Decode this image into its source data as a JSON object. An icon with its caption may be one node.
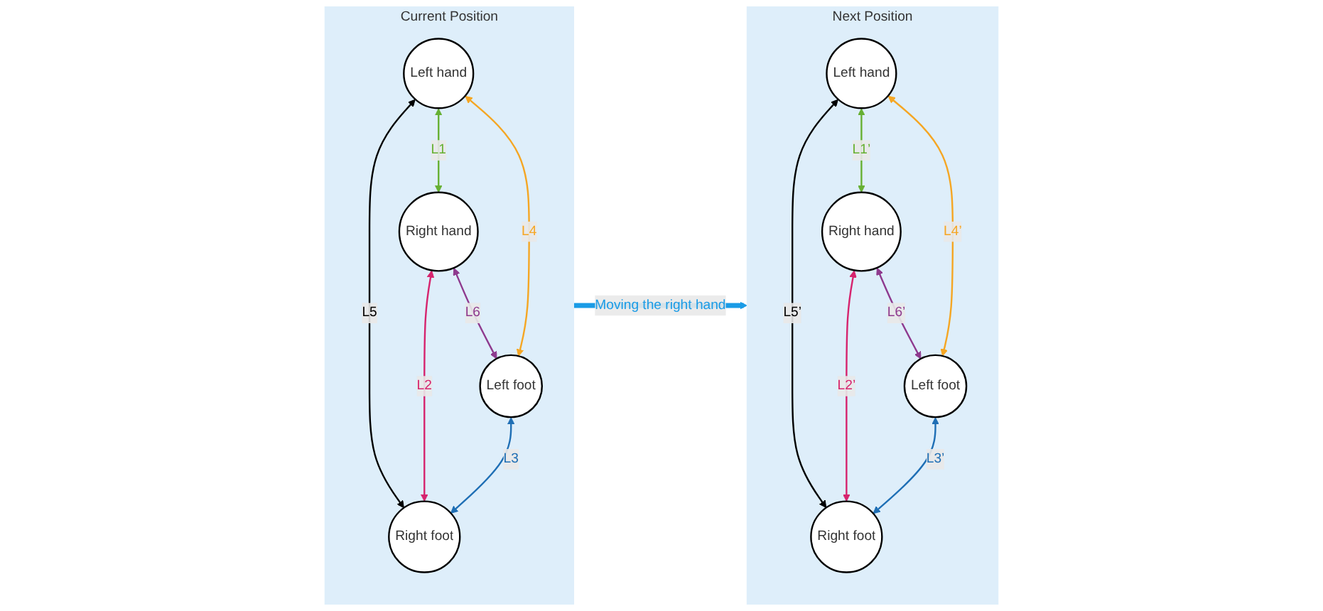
{
  "diagram": {
    "nodes": [
      {
        "text": [
          "Current Position"
        ]
      },
      {
        "text": [
          "Left hand"
        ],
        "in": 0
      },
      {
        "text": [
          "Right hand"
        ],
        "in": 0
      },
      {
        "text": [
          "Left foot"
        ],
        "in": 0
      },
      {
        "text": [
          "Right foot"
        ],
        "in": 0
      },
      {
        "text": [
          "Next Position"
        ]
      },
      {
        "text": [
          "Left hand"
        ],
        "in": 5
      },
      {
        "text": [
          "Right hand"
        ],
        "in": 5
      },
      {
        "text": [
          "Left foot"
        ],
        "in": 5
      },
      {
        "text": [
          "Right foot"
        ],
        "in": 5
      }
    ],
    "edges": [
      {
        "from": 1,
        "to": 2,
        "arrow": "both",
        "label": "L1",
        "color": "#66b032"
      },
      {
        "from": 1,
        "to": 4,
        "arrow": "both",
        "label": "L5",
        "color": "#000000"
      },
      {
        "from": 2,
        "to": 3,
        "arrow": "both",
        "label": "L6",
        "color": "#8e3a8e"
      },
      {
        "from": 1,
        "to": 3,
        "arrow": "both",
        "label": "L4",
        "color": "#f5a623"
      },
      {
        "from": 2,
        "to": 4,
        "arrow": "both",
        "label": "L2",
        "color": "#d6246e"
      },
      {
        "from": 3,
        "to": 4,
        "arrow": "both",
        "label": "L3",
        "color": "#1f6fb5"
      },
      {
        "from": 0,
        "to": 5,
        "arrow": "to",
        "label": "Moving the right hand",
        "style": "thick",
        "color": "#1a9be6"
      },
      {
        "from": 6,
        "to": 7,
        "arrow": "both",
        "label": "L1’",
        "color": "#66b032"
      },
      {
        "from": 6,
        "to": 9,
        "arrow": "both",
        "label": "L5’",
        "color": "#000000"
      },
      {
        "from": 7,
        "to": 8,
        "arrow": "both",
        "label": "L6’",
        "color": "#8e3a8e"
      },
      {
        "from": 6,
        "to": 8,
        "arrow": "both",
        "label": "L4’",
        "color": "#f5a623"
      },
      {
        "from": 7,
        "to": 9,
        "arrow": "both",
        "label": "L2’",
        "color": "#d6246e"
      },
      {
        "from": 8,
        "to": 9,
        "arrow": "both",
        "label": "L3’",
        "color": "#1f6fb5"
      }
    ]
  }
}
